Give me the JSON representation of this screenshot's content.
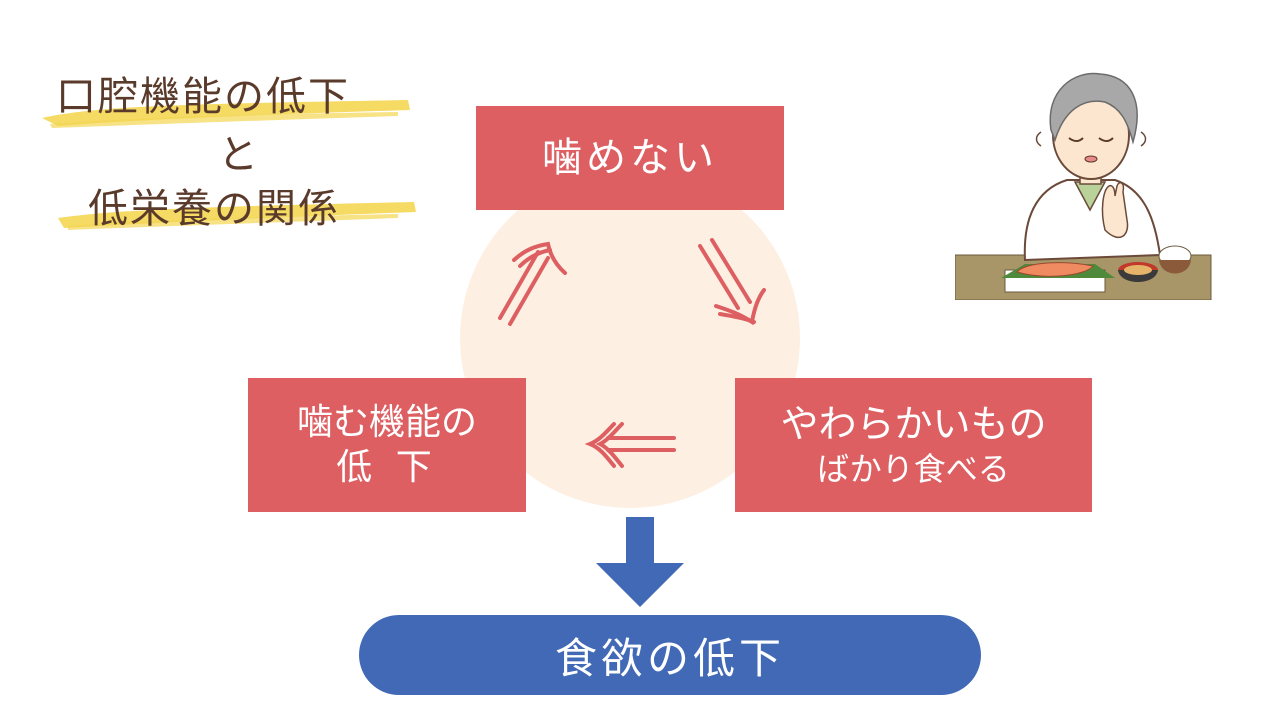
{
  "title": {
    "lines": [
      "口腔機能の低下",
      "と",
      "低栄養の関係"
    ],
    "highlight_color": "#f4d652",
    "text_color": "#5a3a2a"
  },
  "cycle": {
    "top": "噛めない",
    "right": {
      "line1": "やわらかいもの",
      "line2": "ばかり食べる"
    },
    "left": {
      "line1": "噛む機能の",
      "line2": "低 下"
    },
    "box_color": "#dd5f62",
    "arrow_color": "#dd5f62",
    "circle_color": "#fdf0e3",
    "arrow_icons": [
      "double-arrow-down-right-icon",
      "double-arrow-left-icon",
      "double-arrow-up-right-icon"
    ]
  },
  "result": {
    "label": "食欲の低下",
    "color": "#4169b6",
    "arrow_icon": "arrow-down-icon"
  },
  "illustration": {
    "subject": "elderly-woman-refusing-meal",
    "items": [
      "grilled-salmon",
      "miso-soup",
      "rice-bowl"
    ]
  }
}
